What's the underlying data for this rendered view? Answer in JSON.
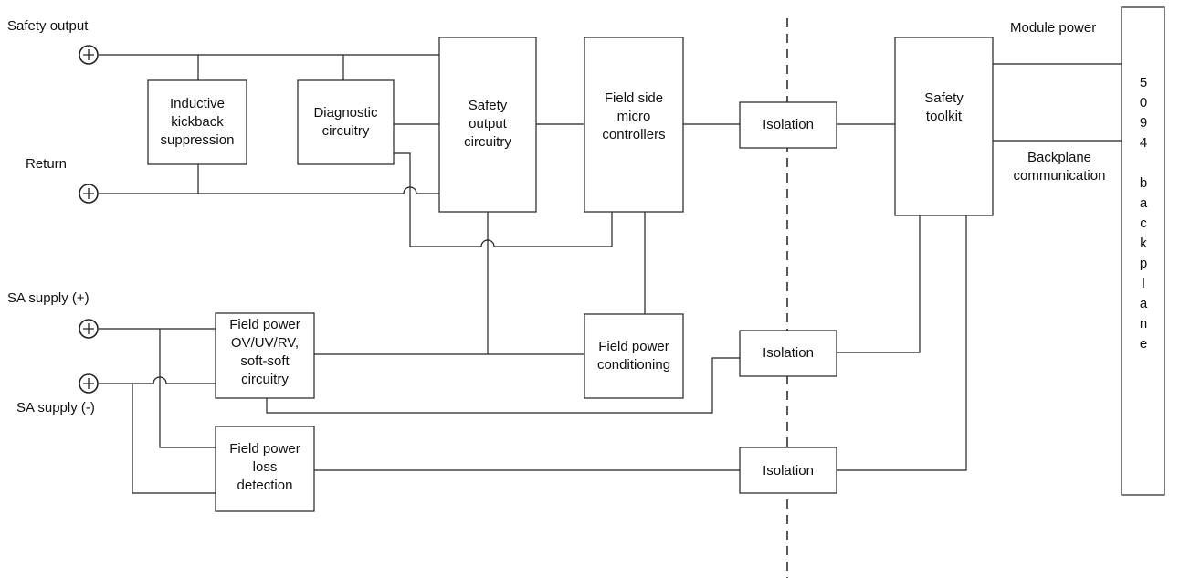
{
  "terminals": {
    "safety_output": "Safety output",
    "return": "Return",
    "sa_supply_plus": "SA supply (+)",
    "sa_supply_minus": "SA supply (-)"
  },
  "blocks": {
    "inductive": "Inductive\nkickback\nsuppression",
    "diagnostic": "Diagnostic\ncircuitry",
    "safety_output_circuitry": "Safety\noutput\ncircuitry",
    "field_side_micro": "Field side\nmicro\ncontrollers",
    "isolation_top": "Isolation",
    "safety_toolkit": "Safety\ntoolkit",
    "field_power_ov": "Field power\nOV/UV/RV,\nsoft-soft\ncircuitry",
    "field_power_conditioning": "Field power\nconditioning",
    "isolation_mid": "Isolation",
    "field_power_loss": "Field power\nloss\ndetection",
    "isolation_bottom": "Isolation"
  },
  "right_labels": {
    "module_power": "Module power",
    "backplane_communication": "Backplane\ncommunication"
  },
  "backplane": {
    "letters": [
      "5",
      "0",
      "9",
      "4",
      "",
      "b",
      "a",
      "c",
      "k",
      "p",
      "l",
      "a",
      "n",
      "e"
    ]
  }
}
